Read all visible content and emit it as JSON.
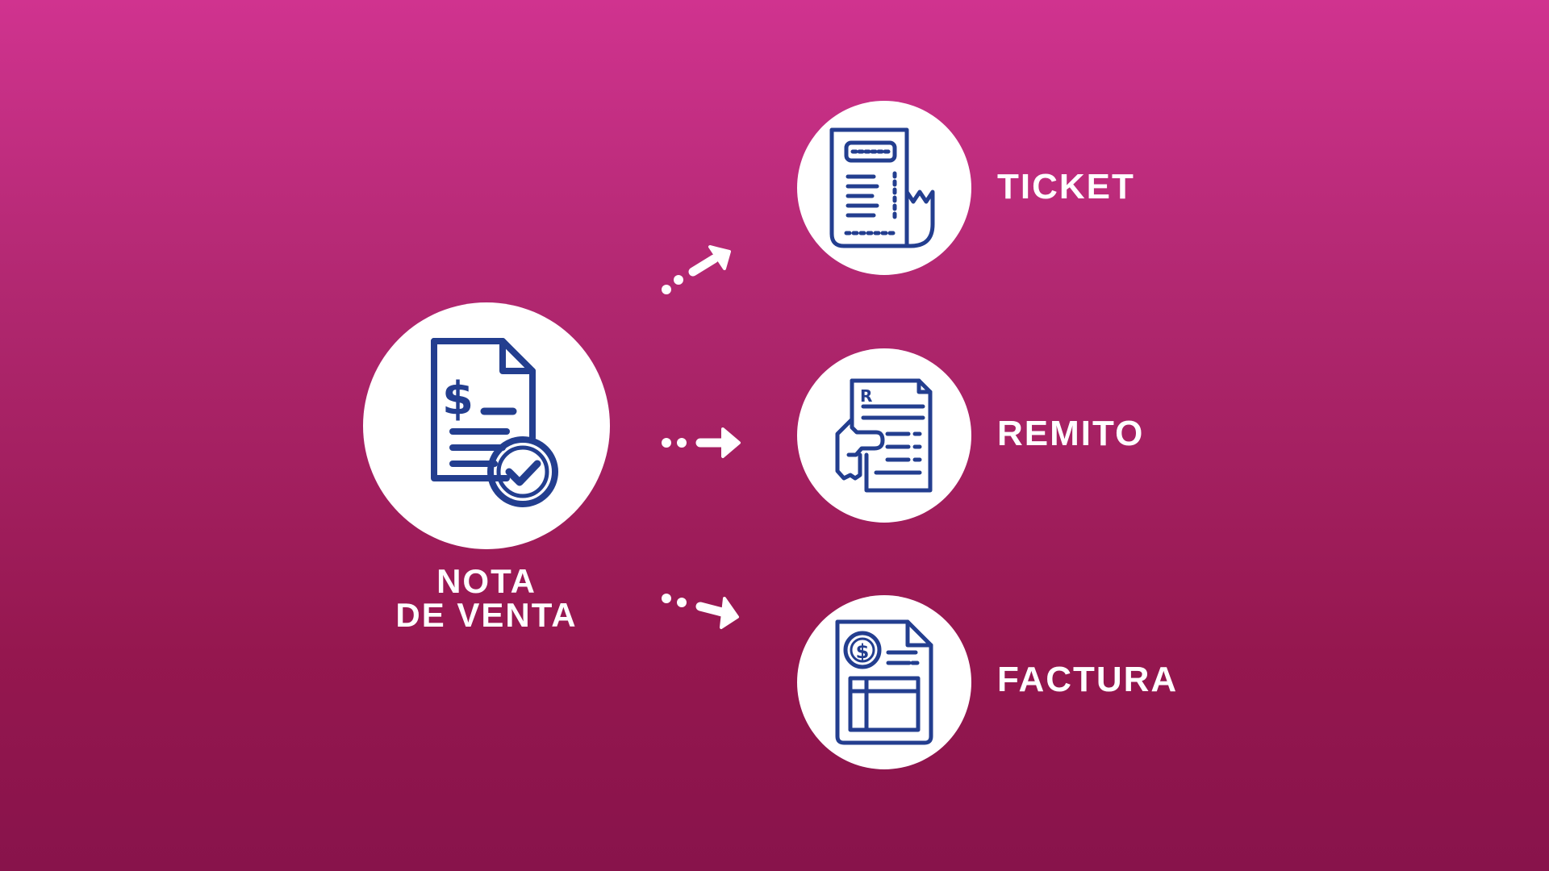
{
  "colors": {
    "icon_blue": "#233e8f",
    "circle_fill": "#ffffff",
    "text": "#ffffff",
    "background_top": "#d0338f",
    "background_bottom": "#88134b"
  },
  "source": {
    "label_line1": "NOTA",
    "label_line2": "DE VENTA",
    "icon": "invoice-check-icon"
  },
  "targets": [
    {
      "label": "TICKET",
      "icon": "receipt-icon"
    },
    {
      "label": "REMITO",
      "icon": "delivery-note-icon"
    },
    {
      "label": "FACTURA",
      "icon": "invoice-icon"
    }
  ]
}
